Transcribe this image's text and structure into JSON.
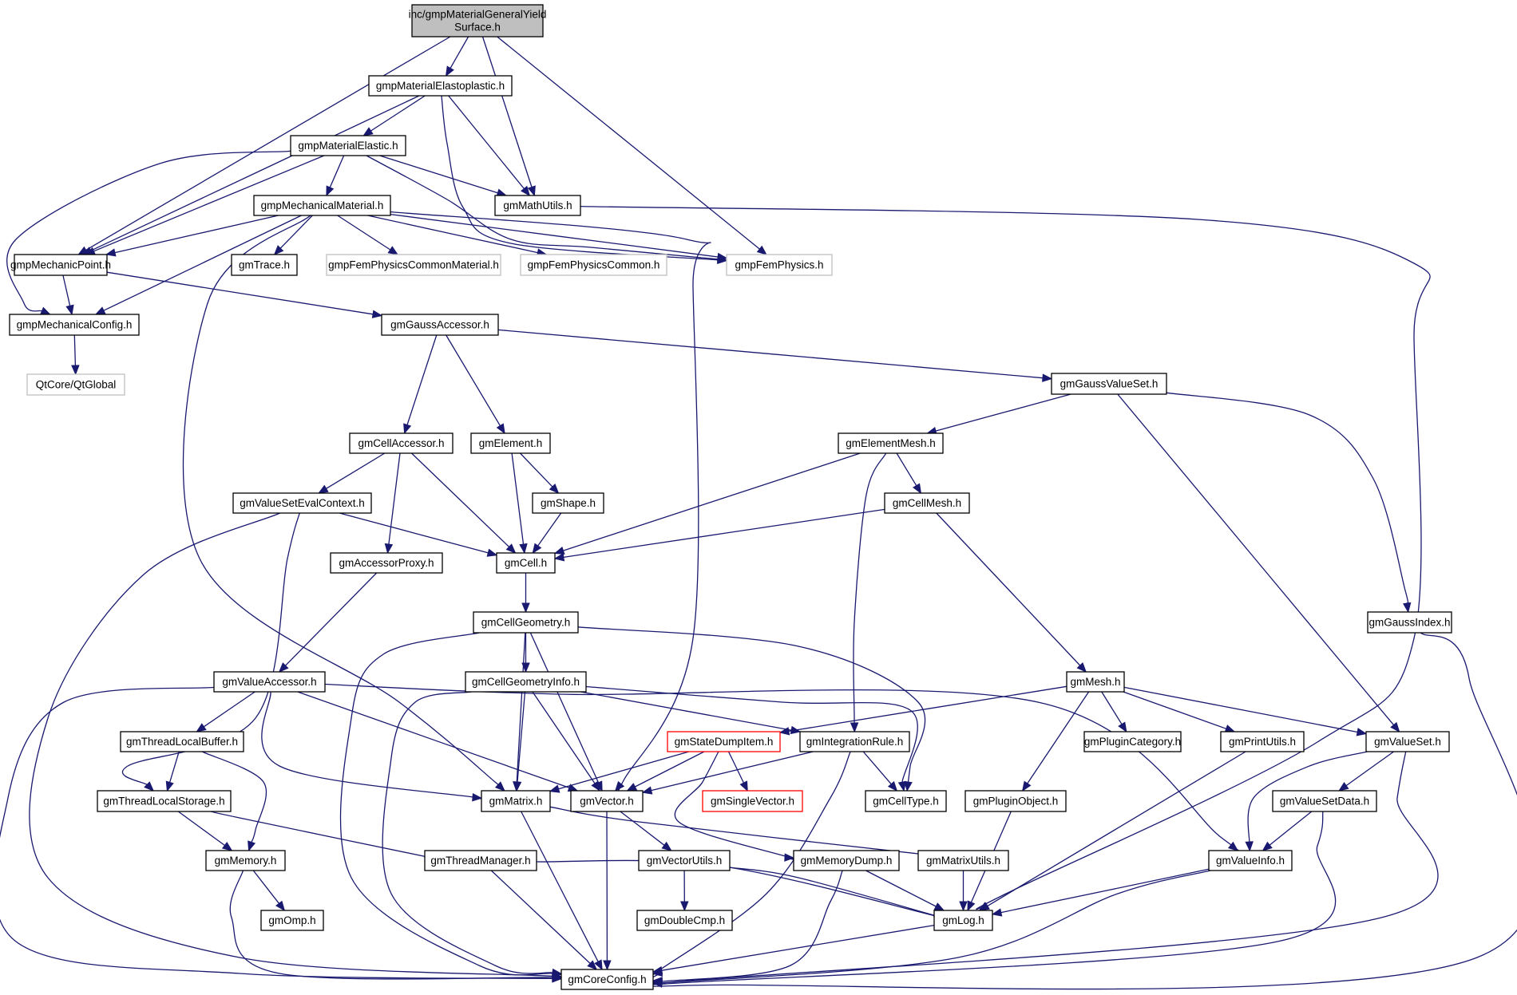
{
  "diagram": {
    "type": "include-dependency-graph",
    "root": "n0",
    "nodes": [
      {
        "id": "n0",
        "lines": [
          "inc/gmpMaterialGeneralYield",
          "Surface.h"
        ],
        "kind": "root"
      },
      {
        "id": "n1",
        "lines": [
          "gmpMaterialElastoplastic.h"
        ],
        "kind": "normal"
      },
      {
        "id": "n2",
        "lines": [
          "gmpMaterialElastic.h"
        ],
        "kind": "normal"
      },
      {
        "id": "n3",
        "lines": [
          "gmpMechanicalMaterial.h"
        ],
        "kind": "normal"
      },
      {
        "id": "n4",
        "lines": [
          "gmMathUtils.h"
        ],
        "kind": "normal"
      },
      {
        "id": "n5",
        "lines": [
          "gmpMechanicPoint.h"
        ],
        "kind": "normal"
      },
      {
        "id": "n6",
        "lines": [
          "gmTrace.h"
        ],
        "kind": "normal"
      },
      {
        "id": "n7",
        "lines": [
          "gmpFemPhysicsCommonMaterial.h"
        ],
        "kind": "external"
      },
      {
        "id": "n8",
        "lines": [
          "gmpFemPhysicsCommon.h"
        ],
        "kind": "external"
      },
      {
        "id": "n9",
        "lines": [
          "gmpFemPhysics.h"
        ],
        "kind": "external"
      },
      {
        "id": "n10",
        "lines": [
          "gmpMechanicalConfig.h"
        ],
        "kind": "normal"
      },
      {
        "id": "n11",
        "lines": [
          "gmGaussAccessor.h"
        ],
        "kind": "normal"
      },
      {
        "id": "n12",
        "lines": [
          "QtCore/QtGlobal"
        ],
        "kind": "external"
      },
      {
        "id": "n13",
        "lines": [
          "gmGaussValueSet.h"
        ],
        "kind": "normal"
      },
      {
        "id": "n14",
        "lines": [
          "gmCellAccessor.h"
        ],
        "kind": "normal"
      },
      {
        "id": "n15",
        "lines": [
          "gmElement.h"
        ],
        "kind": "normal"
      },
      {
        "id": "n16",
        "lines": [
          "gmElementMesh.h"
        ],
        "kind": "normal"
      },
      {
        "id": "n17",
        "lines": [
          "gmValueSetEvalContext.h"
        ],
        "kind": "normal"
      },
      {
        "id": "n18",
        "lines": [
          "gmShape.h"
        ],
        "kind": "normal"
      },
      {
        "id": "n19",
        "lines": [
          "gmCellMesh.h"
        ],
        "kind": "normal"
      },
      {
        "id": "n20",
        "lines": [
          "gmAccessorProxy.h"
        ],
        "kind": "normal"
      },
      {
        "id": "n21",
        "lines": [
          "gmCell.h"
        ],
        "kind": "normal"
      },
      {
        "id": "n22",
        "lines": [
          "gmCellGeometry.h"
        ],
        "kind": "normal"
      },
      {
        "id": "n23",
        "lines": [
          "gmGaussIndex.h"
        ],
        "kind": "normal"
      },
      {
        "id": "n24",
        "lines": [
          "gmValueAccessor.h"
        ],
        "kind": "normal"
      },
      {
        "id": "n25",
        "lines": [
          "gmCellGeometryInfo.h"
        ],
        "kind": "normal"
      },
      {
        "id": "n26",
        "lines": [
          "gmMesh.h"
        ],
        "kind": "normal"
      },
      {
        "id": "n27",
        "lines": [
          "gmThreadLocalBuffer.h"
        ],
        "kind": "normal"
      },
      {
        "id": "n28",
        "lines": [
          "gmStateDumpItem.h"
        ],
        "kind": "undocumented"
      },
      {
        "id": "n29",
        "lines": [
          "gmIntegrationRule.h"
        ],
        "kind": "normal"
      },
      {
        "id": "n30",
        "lines": [
          "gmPluginCategory.h"
        ],
        "kind": "normal"
      },
      {
        "id": "n31",
        "lines": [
          "gmPrintUtils.h"
        ],
        "kind": "normal"
      },
      {
        "id": "n32",
        "lines": [
          "gmValueSet.h"
        ],
        "kind": "normal"
      },
      {
        "id": "n33",
        "lines": [
          "gmThreadLocalStorage.h"
        ],
        "kind": "normal"
      },
      {
        "id": "n34",
        "lines": [
          "gmMatrix.h"
        ],
        "kind": "normal"
      },
      {
        "id": "n35",
        "lines": [
          "gmVector.h"
        ],
        "kind": "normal"
      },
      {
        "id": "n36",
        "lines": [
          "gmSingleVector.h"
        ],
        "kind": "undocumented"
      },
      {
        "id": "n37",
        "lines": [
          "gmCellType.h"
        ],
        "kind": "normal"
      },
      {
        "id": "n38",
        "lines": [
          "gmPluginObject.h"
        ],
        "kind": "normal"
      },
      {
        "id": "n39",
        "lines": [
          "gmValueSetData.h"
        ],
        "kind": "normal"
      },
      {
        "id": "n40",
        "lines": [
          "gmMemory.h"
        ],
        "kind": "normal"
      },
      {
        "id": "n41",
        "lines": [
          "gmThreadManager.h"
        ],
        "kind": "normal"
      },
      {
        "id": "n42",
        "lines": [
          "gmVectorUtils.h"
        ],
        "kind": "normal"
      },
      {
        "id": "n43",
        "lines": [
          "gmMemoryDump.h"
        ],
        "kind": "normal"
      },
      {
        "id": "n44",
        "lines": [
          "gmMatrixUtils.h"
        ],
        "kind": "normal"
      },
      {
        "id": "n45",
        "lines": [
          "gmValueInfo.h"
        ],
        "kind": "normal"
      },
      {
        "id": "n46",
        "lines": [
          "gmOmp.h"
        ],
        "kind": "normal"
      },
      {
        "id": "n47",
        "lines": [
          "gmDoubleCmp.h"
        ],
        "kind": "normal"
      },
      {
        "id": "n48",
        "lines": [
          "gmLog.h"
        ],
        "kind": "normal"
      },
      {
        "id": "n49",
        "lines": [
          "gmCoreConfig.h"
        ],
        "kind": "normal"
      }
    ],
    "edges": [
      [
        "n0",
        "n1"
      ],
      [
        "n0",
        "n5"
      ],
      [
        "n0",
        "n4"
      ],
      [
        "n0",
        "n9"
      ],
      [
        "n1",
        "n2"
      ],
      [
        "n1",
        "n5"
      ],
      [
        "n1",
        "n4"
      ],
      [
        "n1",
        "n9"
      ],
      [
        "n2",
        "n3"
      ],
      [
        "n2",
        "n5"
      ],
      [
        "n2",
        "n10"
      ],
      [
        "n2",
        "n4"
      ],
      [
        "n2",
        "n9"
      ],
      [
        "n3",
        "n5"
      ],
      [
        "n3",
        "n10"
      ],
      [
        "n3",
        "n6"
      ],
      [
        "n3",
        "n7"
      ],
      [
        "n3",
        "n8"
      ],
      [
        "n3",
        "n9"
      ],
      [
        "n3",
        "n34"
      ],
      [
        "n3",
        "n35"
      ],
      [
        "n4",
        "n48"
      ],
      [
        "n5",
        "n10"
      ],
      [
        "n5",
        "n11"
      ],
      [
        "n10",
        "n12"
      ],
      [
        "n11",
        "n14"
      ],
      [
        "n11",
        "n15"
      ],
      [
        "n11",
        "n13"
      ],
      [
        "n13",
        "n16"
      ],
      [
        "n13",
        "n32"
      ],
      [
        "n13",
        "n23"
      ],
      [
        "n14",
        "n17"
      ],
      [
        "n14",
        "n20"
      ],
      [
        "n14",
        "n21"
      ],
      [
        "n15",
        "n21"
      ],
      [
        "n15",
        "n18"
      ],
      [
        "n16",
        "n21"
      ],
      [
        "n16",
        "n19"
      ],
      [
        "n16",
        "n29"
      ],
      [
        "n17",
        "n21"
      ],
      [
        "n17",
        "n33"
      ],
      [
        "n17",
        "n49"
      ],
      [
        "n18",
        "n21"
      ],
      [
        "n19",
        "n21"
      ],
      [
        "n19",
        "n26"
      ],
      [
        "n20",
        "n24"
      ],
      [
        "n21",
        "n22"
      ],
      [
        "n22",
        "n25"
      ],
      [
        "n22",
        "n34"
      ],
      [
        "n22",
        "n35"
      ],
      [
        "n22",
        "n37"
      ],
      [
        "n22",
        "n49"
      ],
      [
        "n23",
        "n49"
      ],
      [
        "n24",
        "n27"
      ],
      [
        "n24",
        "n34"
      ],
      [
        "n24",
        "n35"
      ],
      [
        "n24",
        "n45"
      ],
      [
        "n24",
        "n49"
      ],
      [
        "n25",
        "n29"
      ],
      [
        "n25",
        "n34"
      ],
      [
        "n25",
        "n35"
      ],
      [
        "n25",
        "n37"
      ],
      [
        "n25",
        "n49"
      ],
      [
        "n26",
        "n28"
      ],
      [
        "n26",
        "n30"
      ],
      [
        "n26",
        "n31"
      ],
      [
        "n26",
        "n32"
      ],
      [
        "n26",
        "n38"
      ],
      [
        "n27",
        "n33"
      ],
      [
        "n27",
        "n40"
      ],
      [
        "n28",
        "n34"
      ],
      [
        "n28",
        "n35"
      ],
      [
        "n28",
        "n36"
      ],
      [
        "n28",
        "n43"
      ],
      [
        "n29",
        "n35"
      ],
      [
        "n29",
        "n37"
      ],
      [
        "n29",
        "n49"
      ],
      [
        "n31",
        "n48"
      ],
      [
        "n32",
        "n39"
      ],
      [
        "n32",
        "n45"
      ],
      [
        "n32",
        "n49"
      ],
      [
        "n33",
        "n40"
      ],
      [
        "n33",
        "n41"
      ],
      [
        "n34",
        "n44"
      ],
      [
        "n34",
        "n49"
      ],
      [
        "n35",
        "n42"
      ],
      [
        "n35",
        "n49"
      ],
      [
        "n38",
        "n48"
      ],
      [
        "n39",
        "n45"
      ],
      [
        "n39",
        "n49"
      ],
      [
        "n40",
        "n46"
      ],
      [
        "n40",
        "n49"
      ],
      [
        "n41",
        "n48"
      ],
      [
        "n41",
        "n49"
      ],
      [
        "n42",
        "n47"
      ],
      [
        "n42",
        "n48"
      ],
      [
        "n43",
        "n48"
      ],
      [
        "n43",
        "n49"
      ],
      [
        "n44",
        "n48"
      ],
      [
        "n45",
        "n48"
      ],
      [
        "n45",
        "n49"
      ],
      [
        "n48",
        "n49"
      ]
    ],
    "colors": {
      "edge": "#191970",
      "root_fill": "#bfbfbf",
      "node_border": "#000000",
      "external_border": "#bfbfbf",
      "undocumented_border": "#ff0000"
    }
  }
}
